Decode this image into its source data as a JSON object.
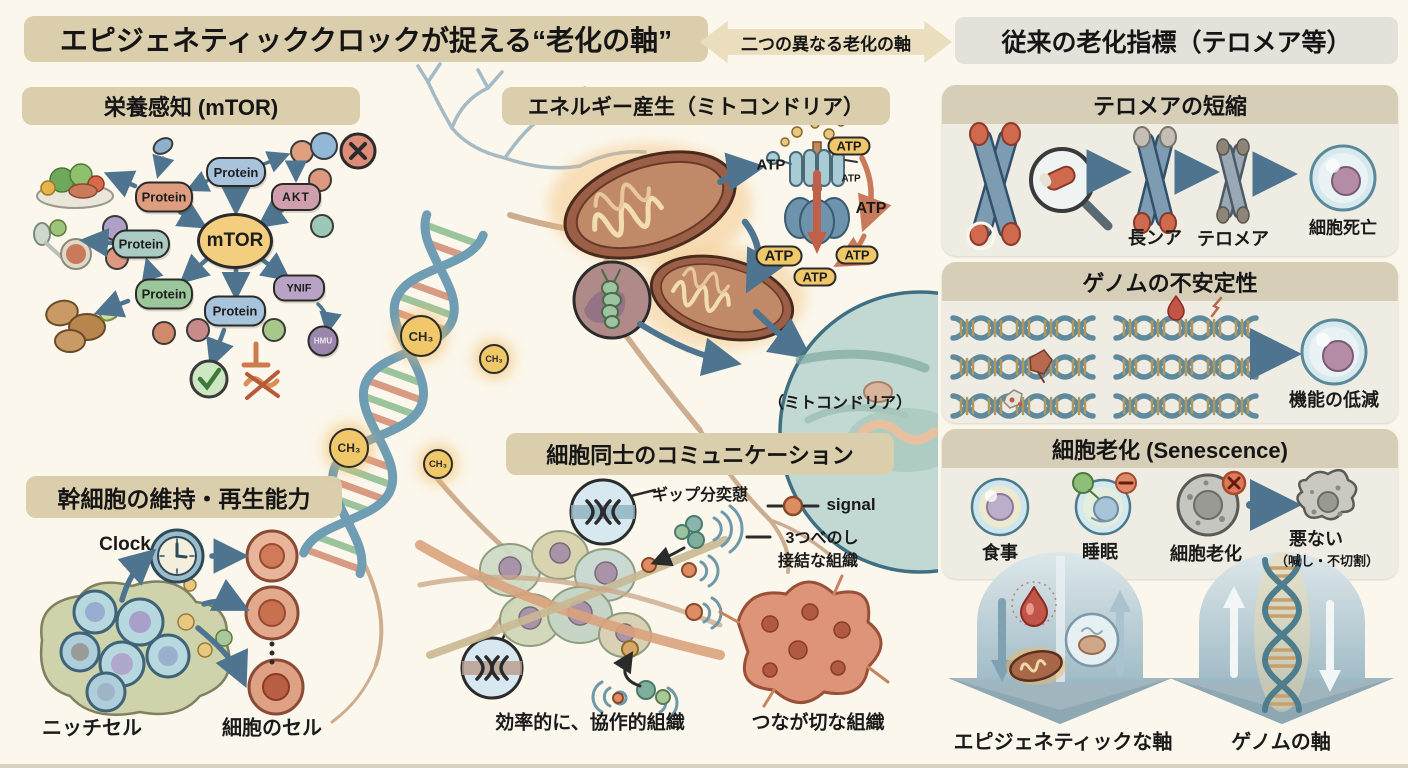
{
  "titles": {
    "left": "エピジェネティッククロックが捉える“老化の軸”",
    "center": "二つの異なる老化の軸",
    "right": "従来の老化指標（テロメア等）"
  },
  "sections": {
    "nutrient": {
      "header": "栄養感知 (mTOR)",
      "mtor": "mTOR",
      "protein": "Protein",
      "akt": "AKT",
      "ynif": "YNIF",
      "hmu": "HMU"
    },
    "energy": {
      "header": "エネルギー産生（ミトコンドリア）",
      "atp": "ATP",
      "caption": "（ミトコンドリア）"
    },
    "methylation": {
      "ch3": "CH₃"
    },
    "stem": {
      "header": "幹細胞の維持・再生能力",
      "clock": "Clock",
      "niche": "ニッチセル",
      "cells": "細胞のセル"
    },
    "communication": {
      "header": "細胞同士のコミュニケーション",
      "gap": "ギップ分奕憇",
      "signal": "signal",
      "note1": "3つべのし",
      "note2": "接結な組織",
      "efficient": "効率的に、協作的組織",
      "disconnected": "つなが切な組織"
    }
  },
  "panels": {
    "telomere": {
      "header": "テロメアの短縮",
      "long": "長ンア",
      "telomere": "テロメア",
      "death": "細胞死亡"
    },
    "genome": {
      "header": "ゲノムの不安定性",
      "decline": "機能の低減"
    },
    "senescence": {
      "header": "細胞老化 (Senescence)",
      "l1": "食事",
      "l2": "睡眠",
      "l3": "細胞老化",
      "l4a": "悪ない",
      "l4b": "（喊し・不切割）"
    }
  },
  "axes": {
    "epigenetic": "エピジェネティックな軸",
    "genome": "ゲノムの軸"
  },
  "colors": {
    "background": "#FBF7EC",
    "banner_tan": "#DBCEAC",
    "banner_gray": "#E3E1DA",
    "panel_bg": "#EFECE3",
    "panel_header": "#D7CEB8",
    "accent_yellow": "#F0C869",
    "arrow_blue": "#4E7490",
    "mito_brown": "#9A5F46",
    "cell_orange": "#E8B49A"
  }
}
